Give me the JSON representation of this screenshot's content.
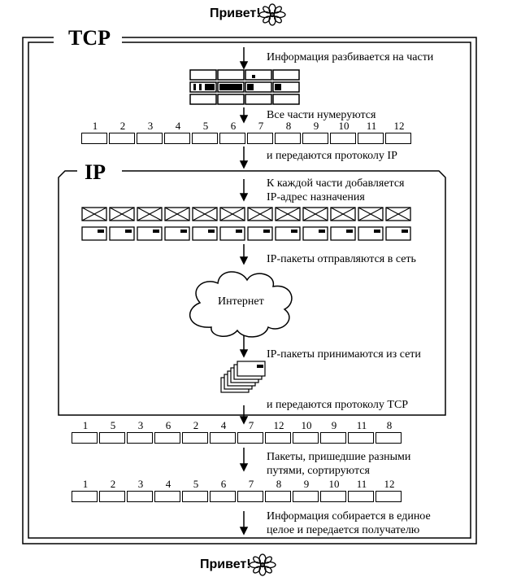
{
  "greeting": "Привет!",
  "tcp_title": "TCP",
  "ip_title": "IP",
  "cloud_label": "Интернет",
  "steps": {
    "split": "Информация разбивается на части",
    "numbered": "Все части нумеруются",
    "to_ip": "и передаются протоколу IP",
    "add_addr_1": "К каждой части добавляется",
    "add_addr_2": "IP-адрес назначения",
    "send": "IP-пакеты отправляются в сеть",
    "receive": "IP-пакеты принимаются из сети",
    "to_tcp": "и передаются протоколу TCP",
    "sort_1": "Пакеты, пришедшие разными",
    "sort_2": "путями, сортируются",
    "assemble_1": "Информация собирается в единое",
    "assemble_2": "целое и передается получателю"
  },
  "rows": {
    "sequential_numbers": [
      "1",
      "2",
      "3",
      "4",
      "5",
      "6",
      "7",
      "8",
      "9",
      "10",
      "11",
      "12"
    ],
    "received_numbers": [
      "1",
      "5",
      "3",
      "6",
      "2",
      "4",
      "7",
      "12",
      "10",
      "9",
      "11",
      "8"
    ],
    "sorted_numbers": [
      "1",
      "2",
      "3",
      "4",
      "5",
      "6",
      "7",
      "8",
      "9",
      "10",
      "11",
      "12"
    ]
  }
}
